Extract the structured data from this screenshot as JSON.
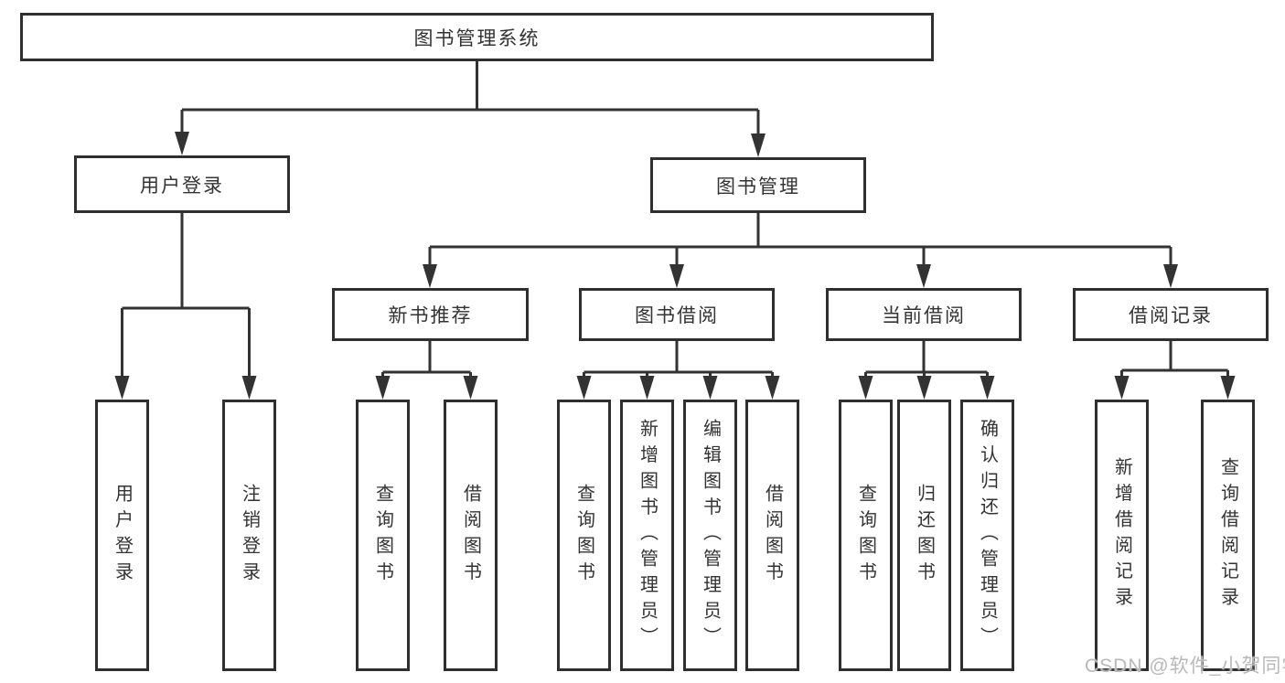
{
  "diagram": {
    "root": {
      "label": "图书管理系统",
      "children": [
        {
          "label": "用户登录",
          "children": [
            {
              "label": "用户登录"
            },
            {
              "label": "注销登录"
            }
          ]
        },
        {
          "label": "图书管理",
          "children": [
            {
              "label": "新书推荐",
              "children": [
                {
                  "label": "查询图书"
                },
                {
                  "label": "借阅图书"
                }
              ]
            },
            {
              "label": "图书借阅",
              "children": [
                {
                  "label": "查询图书"
                },
                {
                  "label": "新增图书（管理员）"
                },
                {
                  "label": "编辑图书（管理员）"
                },
                {
                  "label": "借阅图书"
                }
              ]
            },
            {
              "label": "当前借阅",
              "children": [
                {
                  "label": "查询图书"
                },
                {
                  "label": "归还图书"
                },
                {
                  "label": "确认归还（管理员）"
                }
              ]
            },
            {
              "label": "借阅记录",
              "children": [
                {
                  "label": "新增借阅记录"
                },
                {
                  "label": "查询借阅记录"
                }
              ]
            }
          ]
        }
      ]
    }
  },
  "watermark": "CSDN @软件_小贺同学",
  "colors": {
    "line": "#333333",
    "box_border": "#2f2f2f",
    "box_fill": "#ffffff",
    "text": "#333333",
    "background": "#ffffff",
    "watermark": "#b9b9b9"
  }
}
